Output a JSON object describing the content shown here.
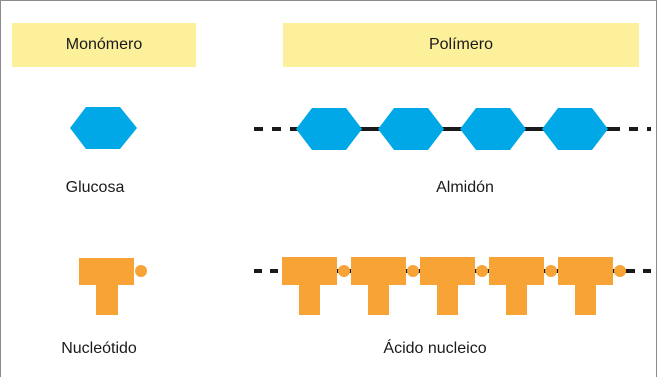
{
  "headers": {
    "monomer": "Monomero",
    "polymer": "Polimero"
  },
  "labels": {
    "glucose": "Glucosa",
    "starch": "Almidon",
    "nucleotide": "Nucleotido",
    "nucleic_acid": "Acido nucleico"
  },
  "colors": {
    "header_fill": "#fdf09a",
    "glucose_unit": "#00a8e8",
    "nucleotide_unit": "#f7a335",
    "chain_line": "#1a1a1a"
  }
}
